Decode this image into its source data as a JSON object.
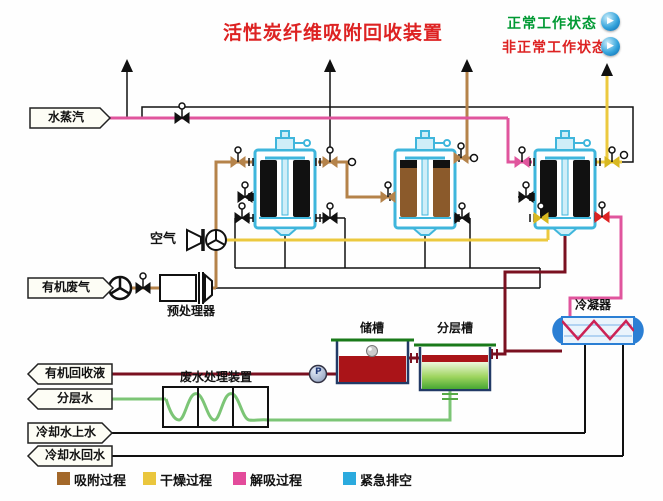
{
  "title": "活性炭纤维吸附回收装置",
  "status_legend": {
    "normal": "正常工作状态",
    "abnormal": "非正常工作状态",
    "normal_color": "#009933",
    "abnormal_color": "#dd2222",
    "play_icon": "▶"
  },
  "streams": {
    "steam": "水蒸汽",
    "air": "空气",
    "organic_waste_gas": "有机废气",
    "organic_recovered_liquid": "有机回收液",
    "separated_water": "分层水",
    "cooling_water_supply": "冷却水上水",
    "cooling_water_return": "冷却水回水"
  },
  "equipment": {
    "preprocessor": "预处理器",
    "storage_tank": "储槽",
    "separation_tank": "分层槽",
    "wastewater_unit": "废水处理装置",
    "condenser": "冷凝器",
    "pump": "P"
  },
  "process_legend": [
    {
      "label": "吸附过程",
      "color": "#a3682a"
    },
    {
      "label": "干燥过程",
      "color": "#eac63d"
    },
    {
      "label": "解吸过程",
      "color": "#e34b9b"
    },
    {
      "label": "紧急排空",
      "color": "#2baade"
    }
  ],
  "colors": {
    "title": "#dd2222",
    "pipe_steam_desorption": "#e0559d",
    "pipe_waste_gas": "#b5834a",
    "pipe_drying_air": "#ecc93f",
    "pipe_condensate": "#7a1020",
    "pipe_separated_water": "#7cc576",
    "pipe_utility": "#111111",
    "vessel_outline": "#3fb6dc",
    "tank_wall": "#223a66",
    "alarm_valve": "#dd2222"
  }
}
